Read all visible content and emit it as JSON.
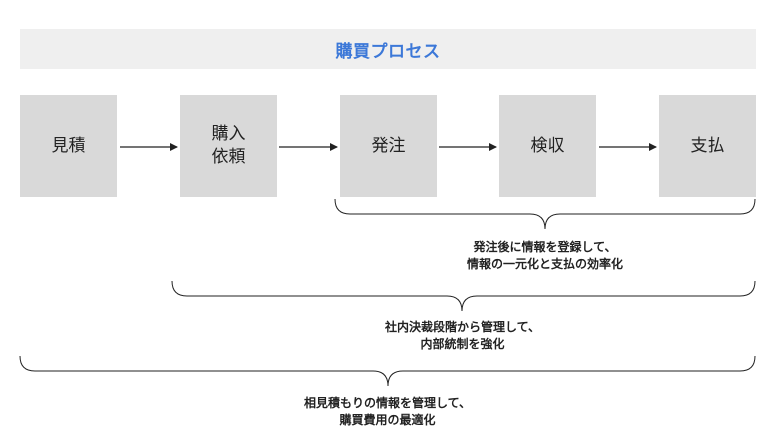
{
  "title": "購買プロセス",
  "steps": [
    {
      "label": "見積"
    },
    {
      "label": "購入\n依頼"
    },
    {
      "label": "発注"
    },
    {
      "label": "検収"
    },
    {
      "label": "支払"
    }
  ],
  "notes": {
    "order": {
      "line1": "発注後に情報を登録して、",
      "line2": "情報の一元化と支払の効率化"
    },
    "request": {
      "line1": "社内決裁段階から管理して、",
      "line2": "内部統制を強化"
    },
    "quote": {
      "line1": "相見積もりの情報を管理して、",
      "line2": "購買費用の最適化"
    }
  },
  "colors": {
    "title_bg": "#efefef",
    "title_text": "#3c78d8",
    "step_bg": "#d9d9d9",
    "line": "#222222"
  }
}
